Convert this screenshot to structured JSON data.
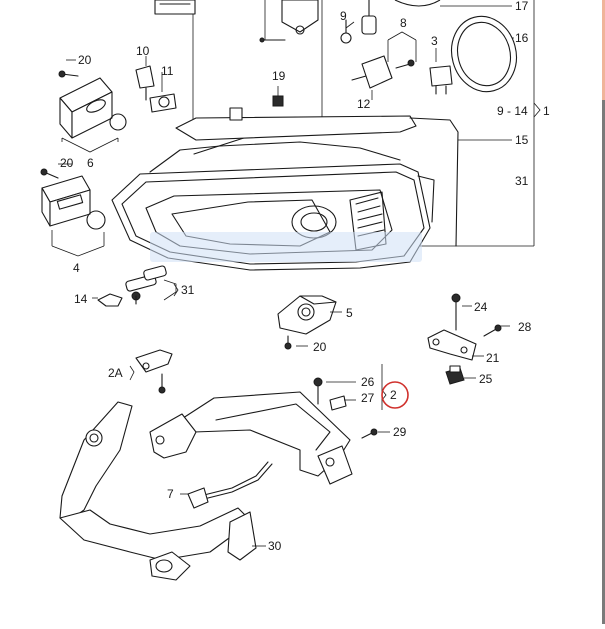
{
  "callouts": {
    "c1": "1",
    "c2": "2",
    "c2A": "2A",
    "c3": "3",
    "c4": "4",
    "c5": "5",
    "c6": "6",
    "c7": "7",
    "c8": "8",
    "c9": "9",
    "c9_14": "9 - 14",
    "c10": "10",
    "c11": "11",
    "c12": "12",
    "c14": "14",
    "c15": "15",
    "c16": "16",
    "c17": "17",
    "c19": "19",
    "c20a": "20",
    "c20b": "20",
    "c20c": "20",
    "c21": "21",
    "c24": "24",
    "c25": "25",
    "c26": "26",
    "c27": "27",
    "c28": "28",
    "c29": "29",
    "c30": "30",
    "c31a": "31",
    "c31b": "31"
  },
  "colors": {
    "line": "#1a1a1a",
    "highlight_circle": "#d0312d",
    "watermark": "#cfe0f5"
  }
}
